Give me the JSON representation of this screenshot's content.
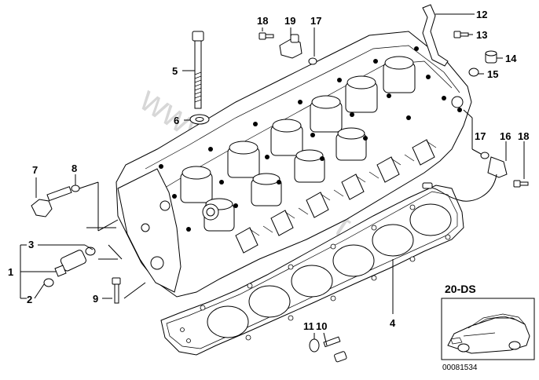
{
  "diagram": {
    "callouts": [
      {
        "id": "c1",
        "text": "1"
      },
      {
        "id": "c2",
        "text": "2"
      },
      {
        "id": "c3",
        "text": "3"
      },
      {
        "id": "c4",
        "text": "4"
      },
      {
        "id": "c5",
        "text": "5"
      },
      {
        "id": "c6",
        "text": "6"
      },
      {
        "id": "c7",
        "text": "7"
      },
      {
        "id": "c8",
        "text": "8"
      },
      {
        "id": "c9",
        "text": "9"
      },
      {
        "id": "c10",
        "text": "10"
      },
      {
        "id": "c11",
        "text": "11"
      },
      {
        "id": "c12",
        "text": "12"
      },
      {
        "id": "c13",
        "text": "13"
      },
      {
        "id": "c14",
        "text": "14"
      },
      {
        "id": "c15",
        "text": "15"
      },
      {
        "id": "c16",
        "text": "16"
      },
      {
        "id": "c17a",
        "text": "17"
      },
      {
        "id": "c17b",
        "text": "17"
      },
      {
        "id": "c18a",
        "text": "18"
      },
      {
        "id": "c18b",
        "text": "18"
      },
      {
        "id": "c19",
        "text": "19"
      }
    ],
    "inset": {
      "title": "20-DS"
    },
    "document_number": "00081534",
    "watermark": "www.bmwsport.pl"
  }
}
